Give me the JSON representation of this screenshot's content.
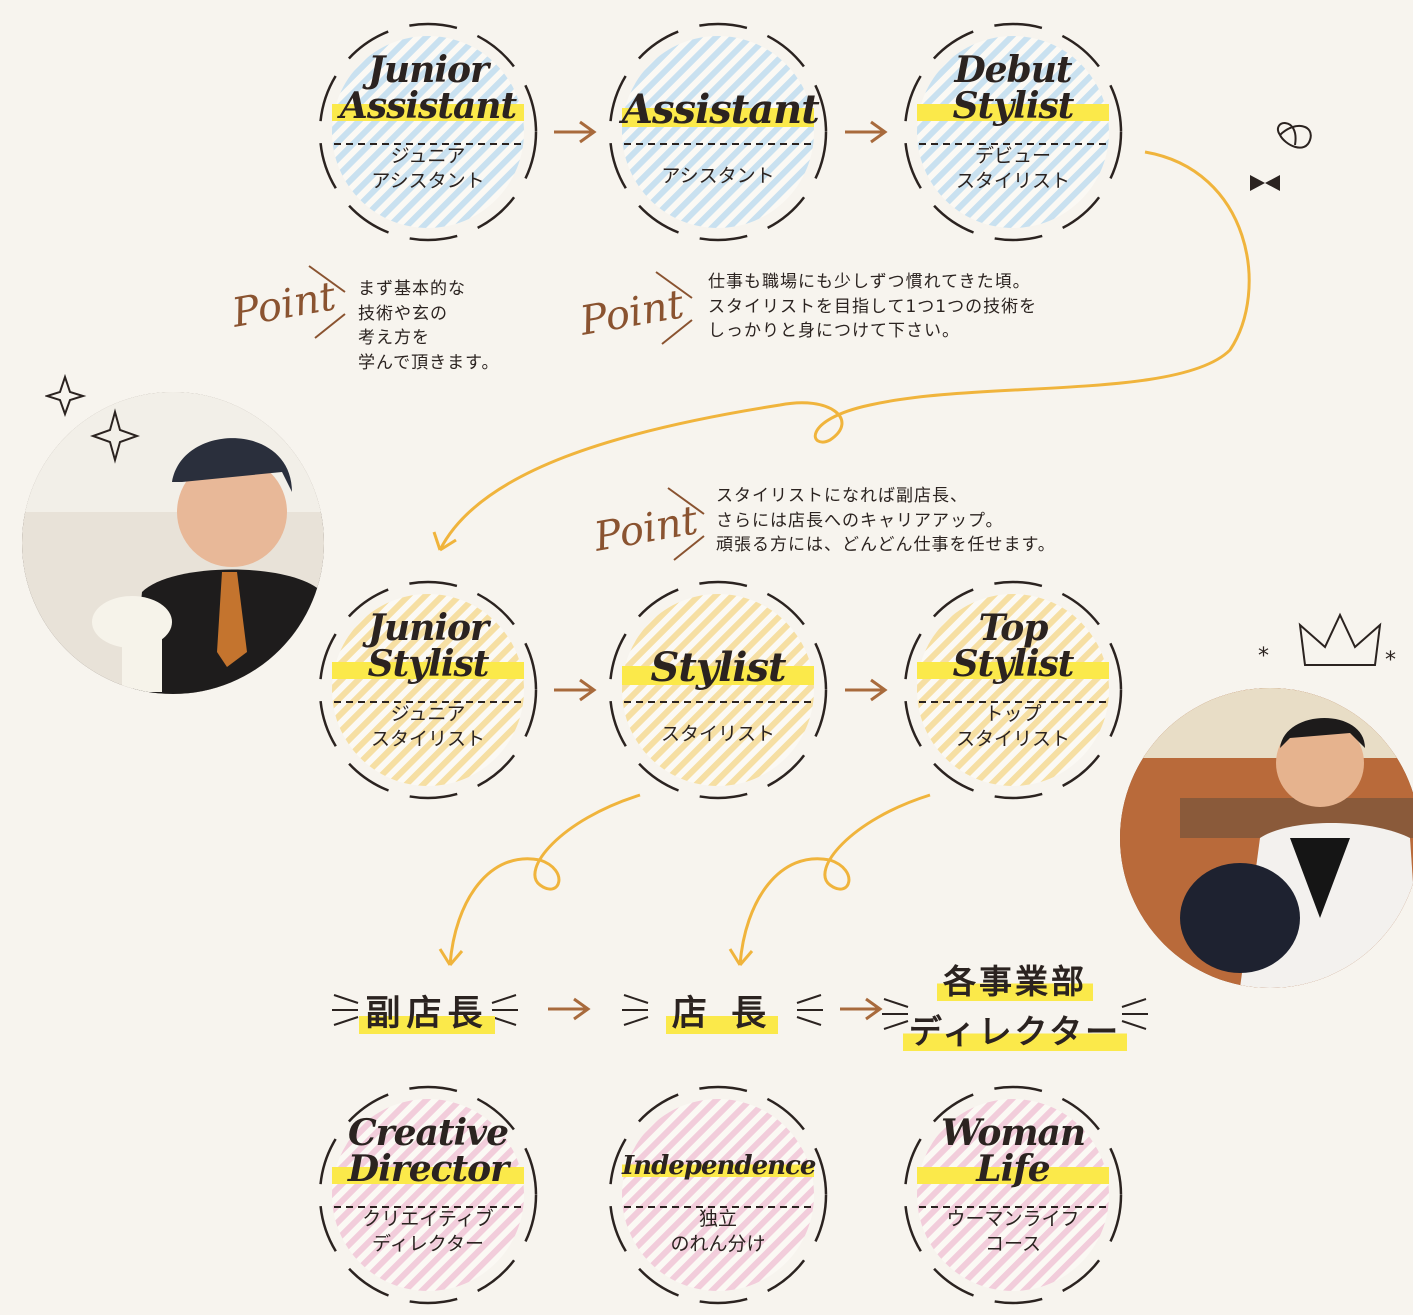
{
  "colors": {
    "background": "#f7f4ee",
    "highlight": "#fbe94a",
    "arrow": "#a86a3c",
    "path": "#f0b43c",
    "stripe_blue": "#c9e1f0",
    "stripe_yellow": "#f6dfa3",
    "stripe_pink": "#f2cddb",
    "text": "#2b2320"
  },
  "row1": [
    {
      "en": [
        "Junior",
        "Assistant"
      ],
      "jp": [
        "ジュニア",
        "アシスタント"
      ],
      "theme": "blue"
    },
    {
      "en": [
        "Assistant"
      ],
      "jp": [
        "アシスタント"
      ],
      "theme": "blue"
    },
    {
      "en": [
        "Debut",
        "Stylist"
      ],
      "jp": [
        "デビュー",
        "スタイリスト"
      ],
      "theme": "blue"
    }
  ],
  "row2": [
    {
      "en": [
        "Junior",
        "Stylist"
      ],
      "jp": [
        "ジュニア",
        "スタイリスト"
      ],
      "theme": "yellow"
    },
    {
      "en": [
        "Stylist"
      ],
      "jp": [
        "スタイリスト"
      ],
      "theme": "yellow"
    },
    {
      "en": [
        "Top",
        "Stylist"
      ],
      "jp": [
        "トップ",
        "スタイリスト"
      ],
      "theme": "yellow"
    }
  ],
  "row4": [
    {
      "en": [
        "Creative",
        "Director"
      ],
      "jp": [
        "クリエイティブ",
        "ディレクター"
      ],
      "theme": "pink"
    },
    {
      "en": [
        "Independence"
      ],
      "jp": [
        "独立",
        "のれん分け"
      ],
      "theme": "pink"
    },
    {
      "en": [
        "Woman",
        "Life"
      ],
      "jp": [
        "ウーマンライフ",
        "コース"
      ],
      "theme": "pink"
    }
  ],
  "point_label": "Point",
  "notes": {
    "n1": [
      "まず基本的な",
      "技術や玄の",
      "考え方を",
      "学んで頂きます。"
    ],
    "n2": [
      "仕事も職場にも少しずつ慣れてきた頃。",
      "スタイリストを目指して1つ1つの技術を",
      "しっかりと身につけて下さい。"
    ],
    "n3": [
      "スタイリストになれば副店長、",
      "さらには店長へのキャリアアップ。",
      "頑張る方には、どんどん仕事を任せます。"
    ]
  },
  "ranks": {
    "vice_manager": "副店長",
    "manager": "店 長",
    "director_line1": "各事業部",
    "director_line2": "ディレクター"
  }
}
